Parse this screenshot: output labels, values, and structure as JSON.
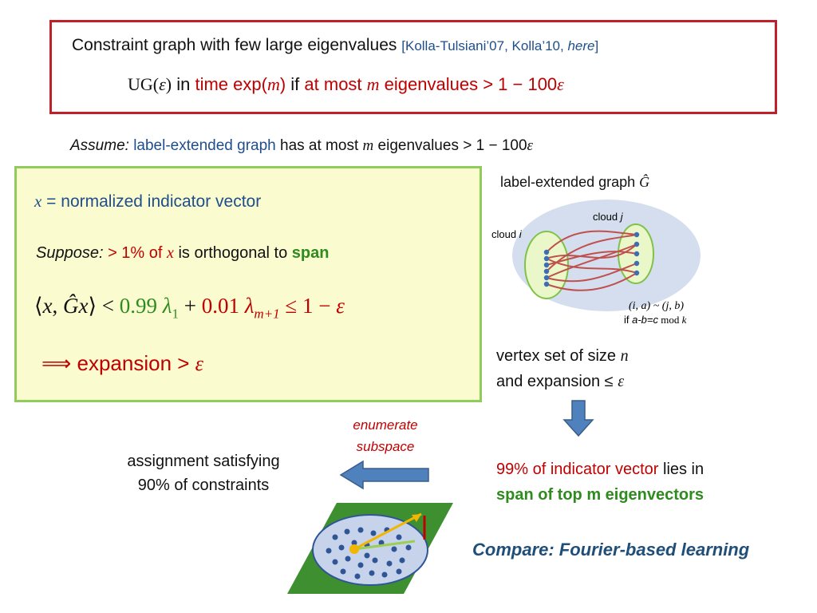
{
  "top_box": {
    "title": "Constraint graph with few large eigenvalues",
    "cite_open": "[",
    "cite_main": "Kolla-Tulsiani’07, Kolla’10, ",
    "cite_here": "here",
    "cite_close": "]",
    "line2_ug": "UG(",
    "line2_eps": "ε",
    "line2_close": ")",
    "line2_in": " in ",
    "line2_time": "time exp(",
    "line2_m": "m",
    "line2_time_close": ")",
    "line2_if": " if ",
    "line2_atmost": "at most ",
    "line2_m2": "m",
    "line2_eig": " eigenvalues > 1 − 100",
    "line2_eps2": "ε"
  },
  "assume": {
    "label": "Assume:",
    "graph": "label-extended graph",
    "rest": "has at most ",
    "m": "m",
    "rest2": " eigenvalues > 1 − 100",
    "eps": "ε"
  },
  "yellow_box": {
    "x_var": "x",
    "line1_rest": " = normalized indicator vector",
    "suppose": "Suppose:",
    "pct": " > 1% of ",
    "x2": "x",
    "orth": " is orthogonal to ",
    "span": "span",
    "ineq_open": "⟨",
    "ineq_x": "x",
    "ineq_comma": ", ",
    "ineq_G": "Ĝx",
    "ineq_close": "⟩ < ",
    "coef1": "0.99 ",
    "lambda1": "λ",
    "sub1": "1",
    "plus": " + ",
    "coef2": "0.01 ",
    "lambda2": "λ",
    "sub2": "m+1",
    "le": " ≤ 1 − ",
    "eps": "ε",
    "implies": "⟹ expansion > ",
    "eps2": "ε"
  },
  "graph": {
    "title": "label-extended graph ",
    "title_G": "Ĝ",
    "cloud_i": "cloud ",
    "cloud_i_var": "i",
    "cloud_j": "cloud ",
    "cloud_j_var": "j",
    "relation": "(i, a) ~ (j, b)",
    "cond_if": "if ",
    "cond_expr": "a-b=c",
    "cond_mod": " mod ",
    "cond_k": "k"
  },
  "vertex": {
    "line1": "vertex set of size ",
    "n": "n",
    "line2": "and expansion ≤ ",
    "eps": "ε"
  },
  "enumerate": {
    "line1": "enumerate",
    "line2": "subspace"
  },
  "assignment": {
    "line1": "assignment satisfying",
    "line2": "90% of constraints"
  },
  "indicator": {
    "red": "99% of indicator vector",
    "black": " lies in",
    "green": "span of top m eigenvectors"
  },
  "compare": {
    "text": "Compare: Fourier-based learning"
  },
  "colors": {
    "red": "#c00000",
    "blue": "#1f4e8c",
    "green": "#2e8b1e",
    "box_border": "#c0202a",
    "yellow_fill": "#fbfbd0",
    "yellow_border": "#8fcc5c",
    "arrow": "#4f81bd"
  }
}
